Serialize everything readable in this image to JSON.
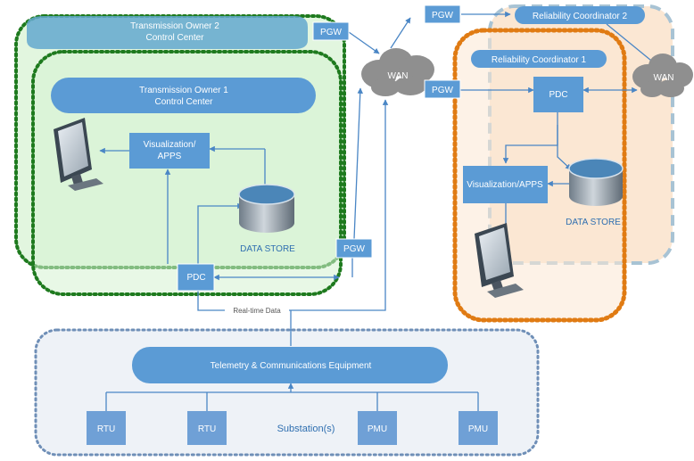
{
  "colors": {
    "box_blue": "#5b9bd5",
    "line_blue": "#4a86c5",
    "to_fill": "#d6f2d2",
    "to_border": "#1e7a1e",
    "rc_fill": "#fbe7d3",
    "rc_border": "#e07b13",
    "rc2_border": "#a8c3d4",
    "sub_fill": "#eef2f7",
    "sub_border": "#6f8fb7",
    "cloud": "#8f8f8f"
  },
  "to2": {
    "title_line1": "Transmission Owner 2",
    "title_line2": "Control Center"
  },
  "to1": {
    "title_line1": "Transmission Owner 1",
    "title_line2": "Control Center",
    "vis_line1": "Visualization/",
    "vis_line2": "APPS",
    "datastore": "DATA STORE",
    "pdc": "PDC"
  },
  "pgw_labels": {
    "a": "PGW",
    "b": "PGW",
    "c": "PGW",
    "d": "PGW"
  },
  "wan_labels": {
    "a": "WAN",
    "b": "WAN"
  },
  "rc2": {
    "title": "Reliability Coordinator 2"
  },
  "rc1": {
    "title": "Reliability Coordinator 1",
    "pdc": "PDC",
    "vis": "Visualization/APPS",
    "datastore": "DATA STORE"
  },
  "realtime_label": "Real-time Data",
  "substation": {
    "telemetry": "Telemetry & Communications Equipment",
    "label": "Substation(s)",
    "devices": [
      "RTU",
      "RTU",
      "PMU",
      "PMU"
    ]
  }
}
